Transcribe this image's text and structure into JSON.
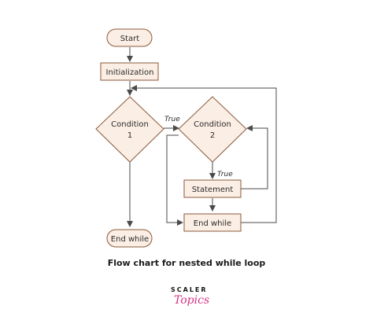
{
  "nodes": {
    "start": "Start",
    "init": "Initialization",
    "cond1_line1": "Condition",
    "cond1_line2": "1",
    "cond2_line1": "Condition",
    "cond2_line2": "2",
    "statement": "Statement",
    "end_while_inner": "End while",
    "end_while_outer": "End while"
  },
  "edges": {
    "true_outer": "True",
    "true_inner": "True"
  },
  "caption": "Flow chart for nested while loop",
  "logo": {
    "top": "SCALER",
    "bottom": "Topics"
  },
  "colors": {
    "node_fill": "#fbeee4",
    "node_stroke": "#8a5a3b",
    "arrow": "#4a4a4a",
    "logo_accent": "#d63384"
  }
}
